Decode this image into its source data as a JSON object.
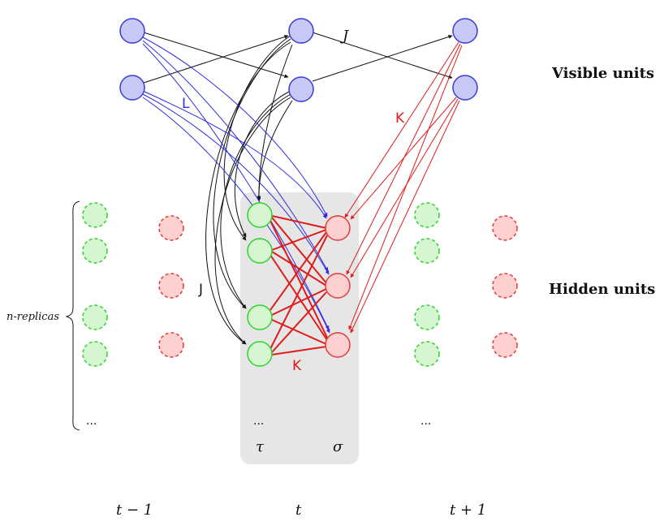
{
  "labels": {
    "visible_units": "Visible units",
    "hidden_units": "Hidden units",
    "replicas": "n-replicas",
    "tau": "τ",
    "sigma": "σ",
    "time_prev": "t − 1",
    "time_now": "t",
    "time_next": "t + 1",
    "ellipsis_left": "...",
    "ellipsis_mid": "...",
    "ellipsis_right": "...",
    "edge_L": "L",
    "edge_J_top": "J",
    "edge_J_left": "J",
    "edge_K_top": "K",
    "edge_K_bottom": "K"
  },
  "colors": {
    "visible_fill": "#c8c8f6",
    "visible_stroke": "#3b3bd6",
    "tau_fill": "#d6f6d2",
    "tau_stroke": "#2ed32e",
    "sigma_fill": "#ffd0d0",
    "sigma_stroke": "#e23b3b",
    "edge_L": "#2f2fe0",
    "edge_K": "#e01b1b",
    "edge_J": "#111111",
    "panel": "#e6e6e6"
  }
}
